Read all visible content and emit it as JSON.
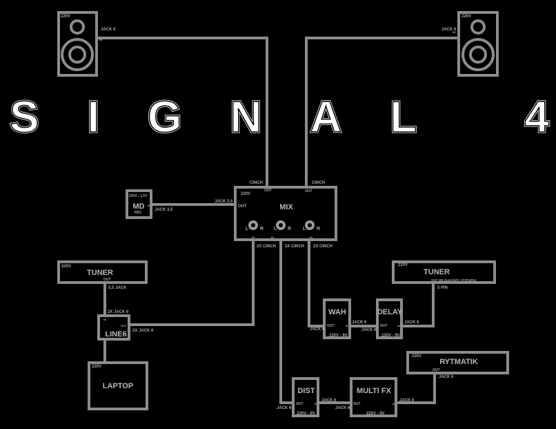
{
  "title": "SIGNAL 4",
  "speakers": {
    "left": {
      "power": "220V",
      "jack": "JACK 6",
      "in": "IN"
    },
    "right": {
      "power": "220V",
      "jack": "JACK 6",
      "in": "IN"
    }
  },
  "mix": {
    "name": "MIX",
    "power": "220V",
    "out": "OUT",
    "cinch_left": "CINCH",
    "cinch_right": "CINCH",
    "out_top_left": "OUT",
    "out_top_right": "OUT",
    "in1": "IN",
    "in2": "IN",
    "in3": "IN",
    "l": "L",
    "r": "R",
    "cinch2x_1": "2X CINCH",
    "cinch2x_2": "2X CINCH",
    "cinch2x_3": "2X CINCH",
    "jack35": "JACK 3,5"
  },
  "md": {
    "name": "MD",
    "sub": "REC",
    "power": "220V - 1,5V",
    "in": "IN",
    "jack": "JACK 3,5"
  },
  "tuner_left": {
    "name": "TUNER",
    "power": "220V",
    "out": "OUT",
    "jack": "3,5 JACK"
  },
  "line6": {
    "name": "LINE6",
    "in": "IN",
    "out": "OUT",
    "jack_in": "2X JACK 6",
    "jack_out": "2X JACK 6"
  },
  "laptop": {
    "name": "LAPTOP",
    "power": "220V"
  },
  "tuner_right": {
    "name": "TUNER",
    "power": "220V",
    "out": "OUT  (ZE SLUCHAT. VÝSTUPU)",
    "pin": "5 PIN"
  },
  "wah": {
    "name": "WAH",
    "out": "OUT",
    "in": "IN",
    "power": "220V - 9V",
    "jack_left": "JACK 6",
    "jack_right": "JACK 6"
  },
  "delay": {
    "name": "DELAY",
    "out": "OUT",
    "in": "IN",
    "power": "220V - 9V",
    "jack_left": "JACK 6",
    "jack_right": "JACK 6"
  },
  "dist": {
    "name": "DIST",
    "out": "OUT",
    "in": "IN",
    "power": "220V - 9V",
    "jack_left": "JACK 6",
    "jack_right": "JACK 6"
  },
  "multifx": {
    "name": "MULTI FX",
    "out": "OUT",
    "in": "IN",
    "power": "220V - 9V",
    "jack_left": "JACK 6",
    "jack_right": "JACK 6"
  },
  "rytmatik": {
    "name": "RYTMATIK",
    "power": "220V",
    "out": "OUT",
    "jack": "JACK 6"
  }
}
